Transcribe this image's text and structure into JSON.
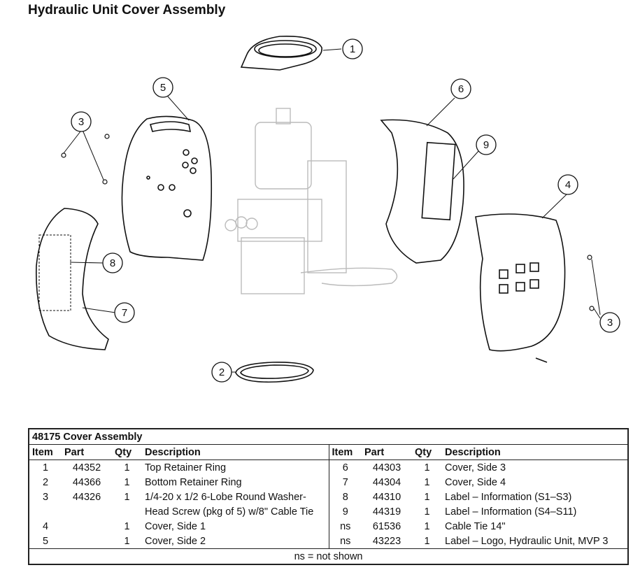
{
  "page_title": "Hydraulic Unit Cover Assembly",
  "callouts": [
    "1",
    "2",
    "3",
    "4",
    "5",
    "6",
    "7",
    "8",
    "9",
    "3"
  ],
  "table": {
    "title": "48175  Cover Assembly",
    "headers": [
      "Item",
      "Part",
      "Qty",
      "Description",
      "Item",
      "Part",
      "Qty",
      "Description"
    ],
    "left_rows": [
      {
        "item": "1",
        "part": "44352",
        "qty": "1",
        "desc": "Top Retainer Ring",
        "desc2": ""
      },
      {
        "item": "2",
        "part": "44366",
        "qty": "1",
        "desc": "Bottom Retainer Ring",
        "desc2": ""
      },
      {
        "item": "3",
        "part": "44326",
        "qty": "1",
        "desc": "1/4-20 x 1/2 6-Lobe Round Washer-",
        "desc2": "Head Screw (pkg of 5) w/8\" Cable Tie"
      },
      {
        "item": "4",
        "part": "",
        "qty": "1",
        "desc": "Cover, Side 1",
        "desc2": ""
      },
      {
        "item": "5",
        "part": "",
        "qty": "1",
        "desc": "Cover, Side 2",
        "desc2": ""
      }
    ],
    "right_rows": [
      {
        "item": "6",
        "part": "44303",
        "qty": "1",
        "desc": "Cover, Side 3"
      },
      {
        "item": "7",
        "part": "44304",
        "qty": "1",
        "desc": "Cover, Side 4"
      },
      {
        "item": "8",
        "part": "44310",
        "qty": "1",
        "desc": "Label – Information (S1–S3)"
      },
      {
        "item": "9",
        "part": "44319",
        "qty": "1",
        "desc": "Label – Information (S4–S11)"
      },
      {
        "item": "ns",
        "part": "61536",
        "qty": "1",
        "desc": "Cable Tie 14\""
      },
      {
        "item": "ns",
        "part": "43223",
        "qty": "1",
        "desc": "Label – Logo, Hydraulic Unit, MVP 3"
      }
    ],
    "footnote": "ns = not shown"
  }
}
